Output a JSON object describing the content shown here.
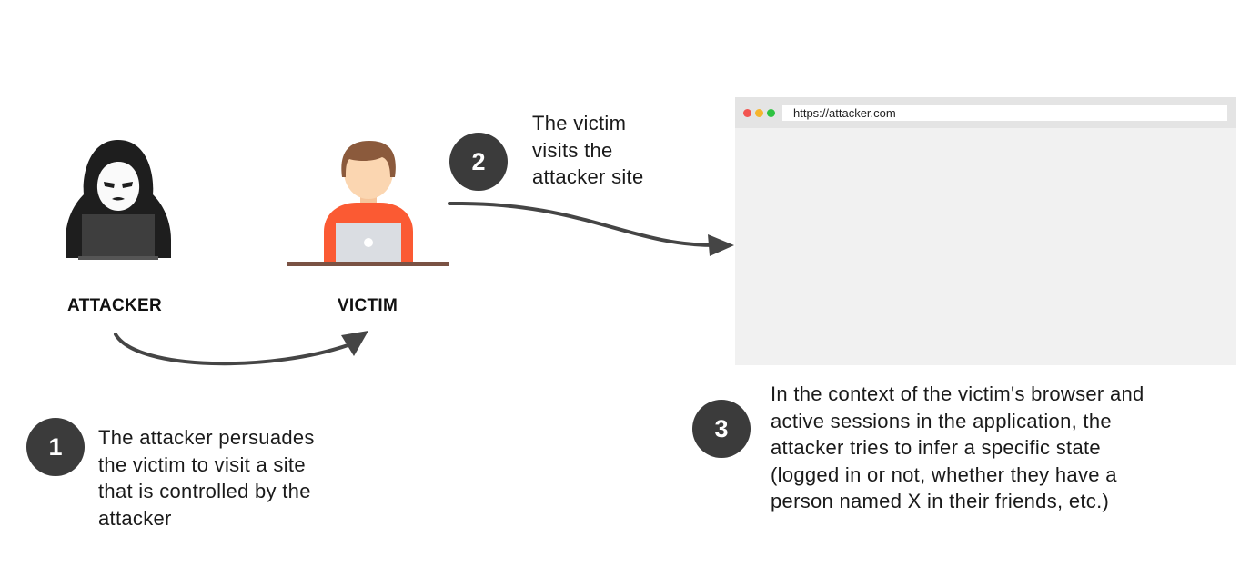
{
  "attacker": {
    "label": "ATTACKER",
    "icon": "hooded-hacker-icon"
  },
  "victim": {
    "label": "VICTIM",
    "icon": "person-at-laptop-icon"
  },
  "browser": {
    "url": "https://attacker.com",
    "dots": [
      "#f25450",
      "#f5b52e",
      "#2ec241"
    ]
  },
  "steps": [
    {
      "number": "1",
      "text_lines": [
        "The attacker persuades",
        "the victim to visit a site",
        "that is controlled by the",
        "attacker"
      ]
    },
    {
      "number": "2",
      "text_lines": [
        "The victim",
        "visits the",
        "attacker site"
      ]
    },
    {
      "number": "3",
      "text_lines": [
        "In the context of the victim's browser and",
        "active sessions in the application, the",
        "attacker tries to infer a specific state",
        "(logged in or not, whether they have a",
        "person named X in their friends, etc.)"
      ]
    }
  ],
  "colors": {
    "arrow": "#454545",
    "step_circle": "#3b3b3b",
    "victim_shirt": "#fb5a33",
    "victim_hair": "#8b5a3c"
  }
}
